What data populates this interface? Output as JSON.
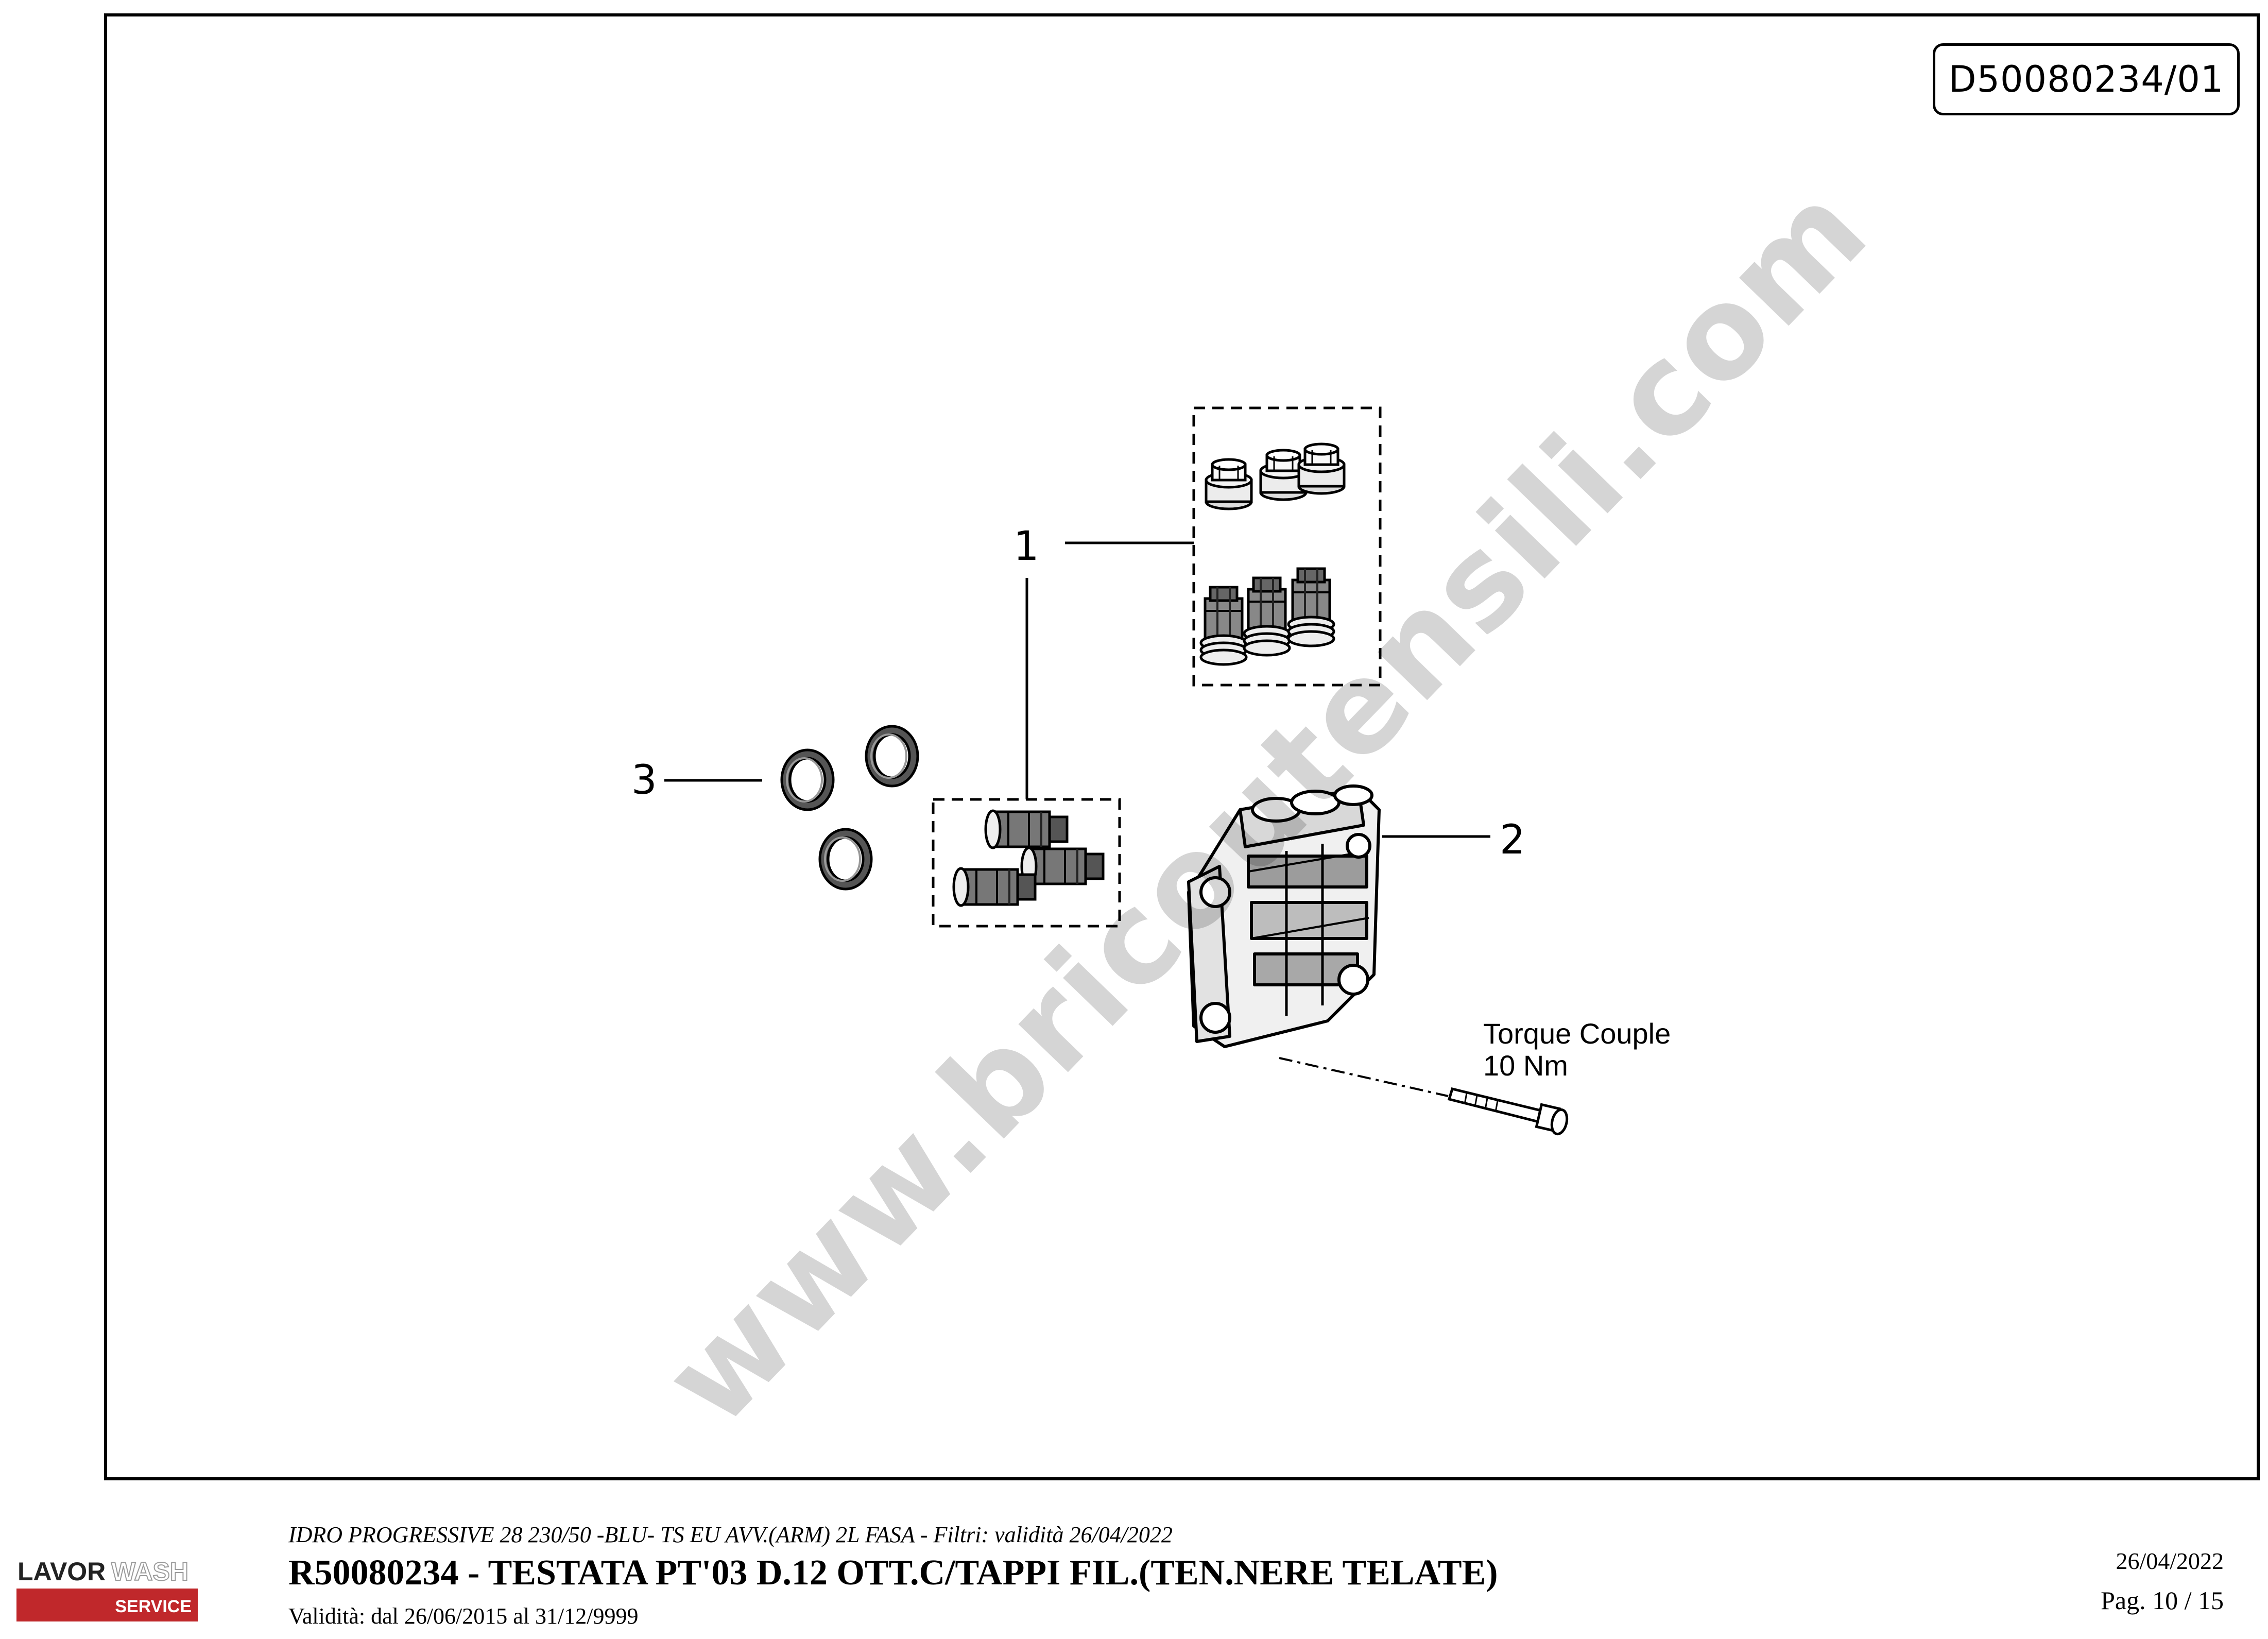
{
  "diagram": {
    "code": "D50080234/01",
    "callouts": [
      {
        "label": "1"
      },
      {
        "label": "2"
      },
      {
        "label": "3"
      }
    ],
    "torque_label_1": "Torque Couple",
    "torque_label_2": "10 Nm",
    "watermark": "www.bricoutensili.com"
  },
  "footer": {
    "logo_word_1": "LAVOR",
    "logo_word_2": "WASH",
    "logo_service": "SERVICE",
    "model": "IDRO PROGRESSIVE 28 230/50 -BLU- TS EU AVV.(ARM) 2L FASA - Filtri: validità 26/04/2022",
    "title": "R50080234 - TESTATA PT'03 D.12 OTT.C/TAPPI FIL.(TEN.NERE TELATE)",
    "validity": "Validità: dal 26/06/2015 al 31/12/9999",
    "date": "26/04/2022",
    "page": "Pag. 10 / 15"
  },
  "colors": {
    "logo_red": "#c0282b",
    "logo_grey": "#9a9a9a",
    "line": "#000000"
  }
}
